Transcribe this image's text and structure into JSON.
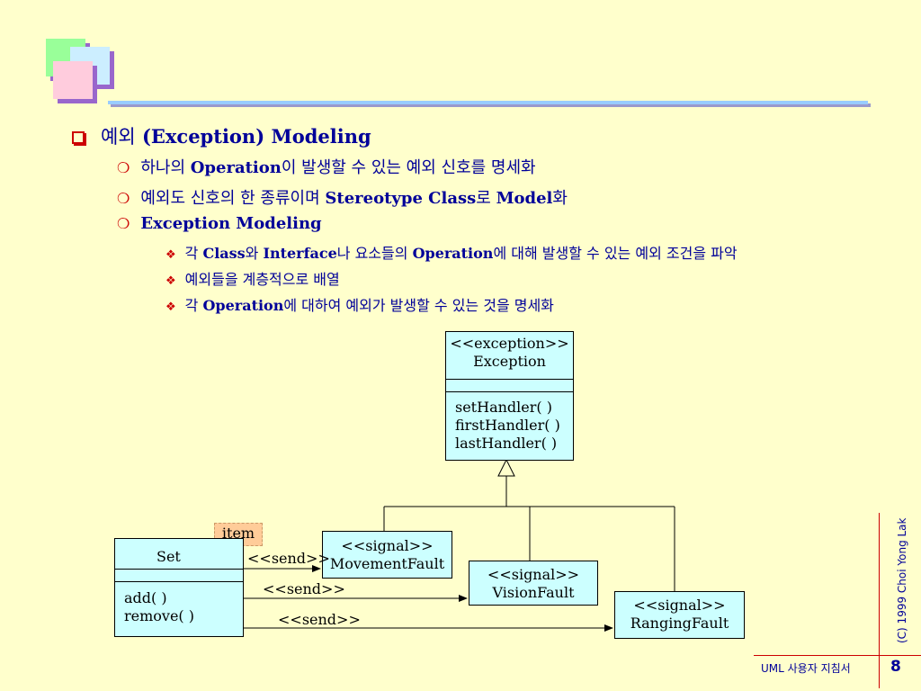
{
  "heading": {
    "korean": "예외",
    "english": " (Exception) Modeling"
  },
  "bullets": [
    {
      "ko1": "하나의 ",
      "en1": "Operation",
      "ko2": "이 발생할 수 있는 예외 신호를 명세화"
    },
    {
      "ko1": "예외도 신호의 한 종류이며 ",
      "en1": "Stereotype Class",
      "ko2": "로 ",
      "en2": "Model",
      "ko3": "화"
    },
    {
      "en1": "Exception Modeling"
    }
  ],
  "sub_bullets": [
    {
      "ko1": "각 ",
      "en1": "Class",
      "ko2": "와 ",
      "en2": "Interface",
      "ko3": "나 요소들의 ",
      "en3": "Operation",
      "ko4": "에 대해 발생할 수 있는 예외 조건을 파악"
    },
    {
      "ko1": "예외들을 계층적으로 배열"
    },
    {
      "ko1": "각 ",
      "en1": "Operation",
      "ko2": "에 대하여 예외가 발생할 수 있는 것을 명세화"
    }
  ],
  "diagram": {
    "exception_class": {
      "stereotype": "<<exception>>",
      "name": "Exception",
      "operations": [
        "setHandler( )",
        "firstHandler( )",
        "lastHandler( )"
      ]
    },
    "signals": [
      {
        "stereotype": "<<signal>>",
        "name": "MovementFault"
      },
      {
        "stereotype": "<<signal>>",
        "name": "VisionFault"
      },
      {
        "stereotype": "<<signal>>",
        "name": "RangingFault"
      }
    ],
    "set_class": {
      "name": "Set",
      "operations": [
        "add( )",
        "remove( )"
      ]
    },
    "note": "item",
    "send_labels": [
      "<<send>>",
      "<<send>>",
      "<<send>>"
    ]
  },
  "copyright": "(C) 1999  Choi Yong Lak",
  "footer": {
    "label": "UML 사용자 지침서",
    "page": "8"
  },
  "colors": {
    "background": "#FFFFCC",
    "text": "#000099",
    "bullet": "#CC0000",
    "class_fill": "#CCFFFF",
    "note_fill": "#FFCC99"
  }
}
